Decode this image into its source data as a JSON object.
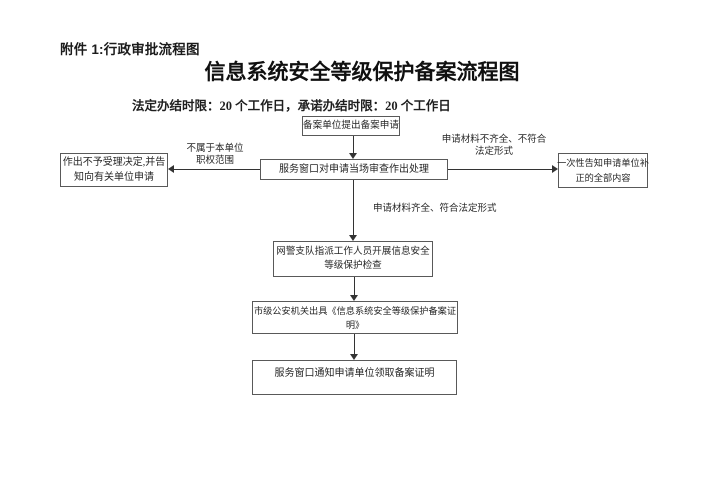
{
  "header": {
    "attachment_label": "附件 1:行政审批流程图",
    "title": "信息系统安全等级保护备案流程图",
    "subtitle": "法定办结时限：20 个工作日，承诺办结时限：20 个工作日"
  },
  "nodes": {
    "start": {
      "text": "备案单位提出备案申请"
    },
    "review": {
      "text": "服务窗口对申请当场审查作出处理"
    },
    "reject": {
      "line1": "作出不予受理决定,并告",
      "line2": "知向有关单位申请"
    },
    "supplement": {
      "line1": "一次性告知申请单位补",
      "line2": "正的全部内容"
    },
    "inspect": {
      "line1": "网警支队指派工作人员开展信息安全",
      "line2": "等级保护检查"
    },
    "certificate": {
      "line1": "市级公安机关出具《信息系统安全等级保护备案证",
      "line2": "明》"
    },
    "notify": {
      "text": "服务窗口通知申请单位领取备案证明"
    }
  },
  "edge_labels": {
    "out_of_scope": {
      "line1": "不属于本单位",
      "line2": "职权范围"
    },
    "incomplete": {
      "line1": "申请材料不齐全、不符合",
      "line2": "法定形式"
    },
    "complete": "申请材料齐全、符合法定形式"
  },
  "colors": {
    "background": "#ffffff",
    "text": "#262626",
    "box_border": "#595959",
    "line": "#333333"
  }
}
